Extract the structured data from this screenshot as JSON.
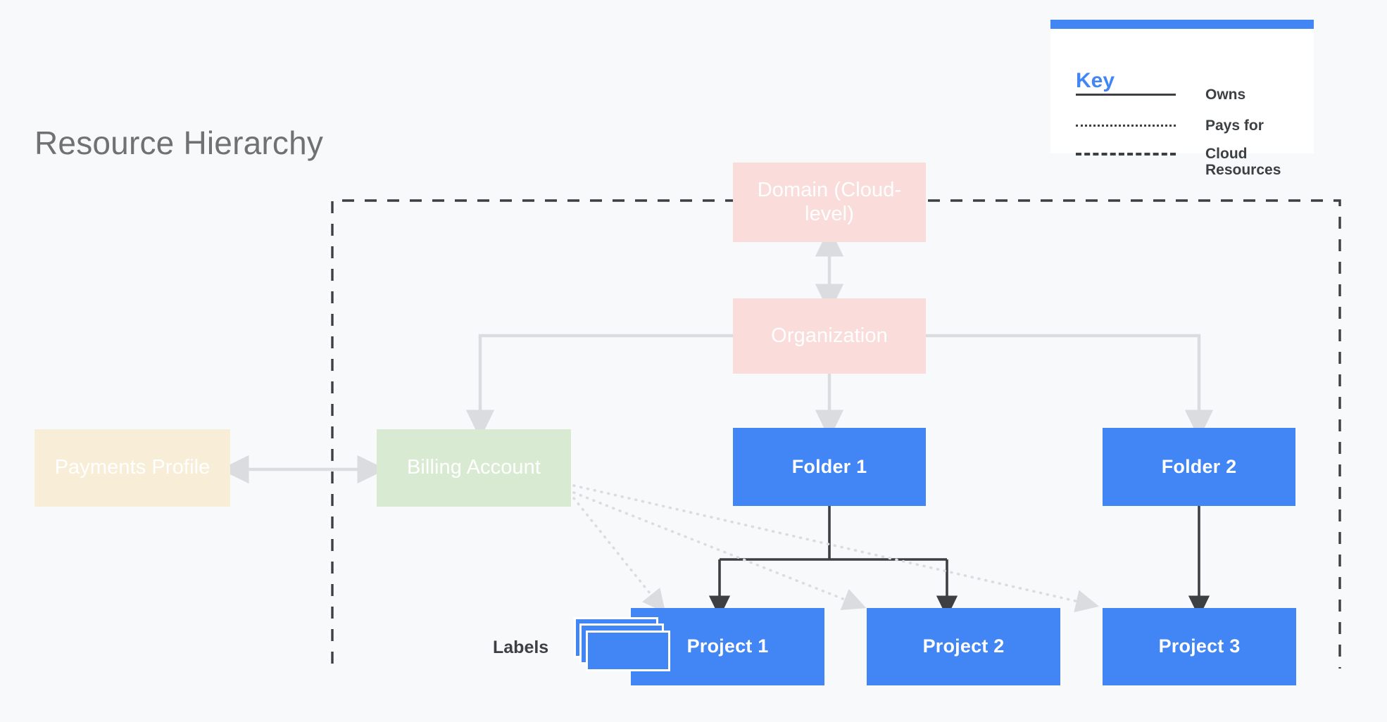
{
  "page": {
    "title": "Resource Hierarchy",
    "background_color": "#f7f9fa"
  },
  "colors": {
    "blue": "#4285f4",
    "pink": "#fadcdb",
    "cream": "#f8eed8",
    "green": "#d9ead3",
    "title_gray": "#717171",
    "dark_text": "#3c4043",
    "soft_connector": "#dadce0",
    "owns_connector": "#3c4043"
  },
  "key": {
    "title": "Key",
    "rows": [
      {
        "style": "solid",
        "label": "Owns"
      },
      {
        "style": "dotted",
        "label": "Pays for"
      },
      {
        "style": "dashed",
        "label": "Cloud Resources"
      }
    ]
  },
  "labels": {
    "text": "Labels",
    "icon": "labels-stack-icon"
  },
  "boundary": {
    "name": "cloud-resources-boundary",
    "style": "dashed"
  },
  "nodes": [
    {
      "id": "domain",
      "label": "Domain (Cloud-level)",
      "type": "soft",
      "fill": "#fadcdb"
    },
    {
      "id": "organization",
      "label": "Organization",
      "type": "soft",
      "fill": "#fadcdb"
    },
    {
      "id": "payments",
      "label": "Payments Profile",
      "type": "soft",
      "fill": "#f8eed8"
    },
    {
      "id": "billing",
      "label": "Billing Account",
      "type": "soft",
      "fill": "#d9ead3"
    },
    {
      "id": "folder1",
      "label": "Folder 1",
      "type": "strong",
      "fill": "#4285f4"
    },
    {
      "id": "folder2",
      "label": "Folder 2",
      "type": "strong",
      "fill": "#4285f4"
    },
    {
      "id": "project1",
      "label": "Project 1",
      "type": "strong",
      "fill": "#4285f4"
    },
    {
      "id": "project2",
      "label": "Project 2",
      "type": "strong",
      "fill": "#4285f4"
    },
    {
      "id": "project3",
      "label": "Project 3",
      "type": "strong",
      "fill": "#4285f4"
    }
  ],
  "edges": [
    {
      "from": "domain",
      "to": "organization",
      "relation": "owns",
      "style": "double-arrow-gray"
    },
    {
      "from": "organization",
      "to": "billing",
      "relation": "owns",
      "style": "elbow-gray"
    },
    {
      "from": "organization",
      "to": "folder1",
      "relation": "owns",
      "style": "straight-gray"
    },
    {
      "from": "organization",
      "to": "folder2",
      "relation": "owns",
      "style": "elbow-gray"
    },
    {
      "from": "payments",
      "to": "billing",
      "relation": "pays for",
      "style": "double-arrow-gray"
    },
    {
      "from": "folder1",
      "to": "project1",
      "relation": "owns",
      "style": "elbow-dark"
    },
    {
      "from": "folder1",
      "to": "project2",
      "relation": "owns",
      "style": "elbow-dark"
    },
    {
      "from": "folder2",
      "to": "project3",
      "relation": "owns",
      "style": "straight-dark"
    },
    {
      "from": "billing",
      "to": "project1",
      "relation": "pays for",
      "style": "dotted-gray"
    },
    {
      "from": "billing",
      "to": "project2",
      "relation": "pays for",
      "style": "dotted-gray"
    },
    {
      "from": "billing",
      "to": "project3",
      "relation": "pays for",
      "style": "dotted-gray"
    }
  ]
}
